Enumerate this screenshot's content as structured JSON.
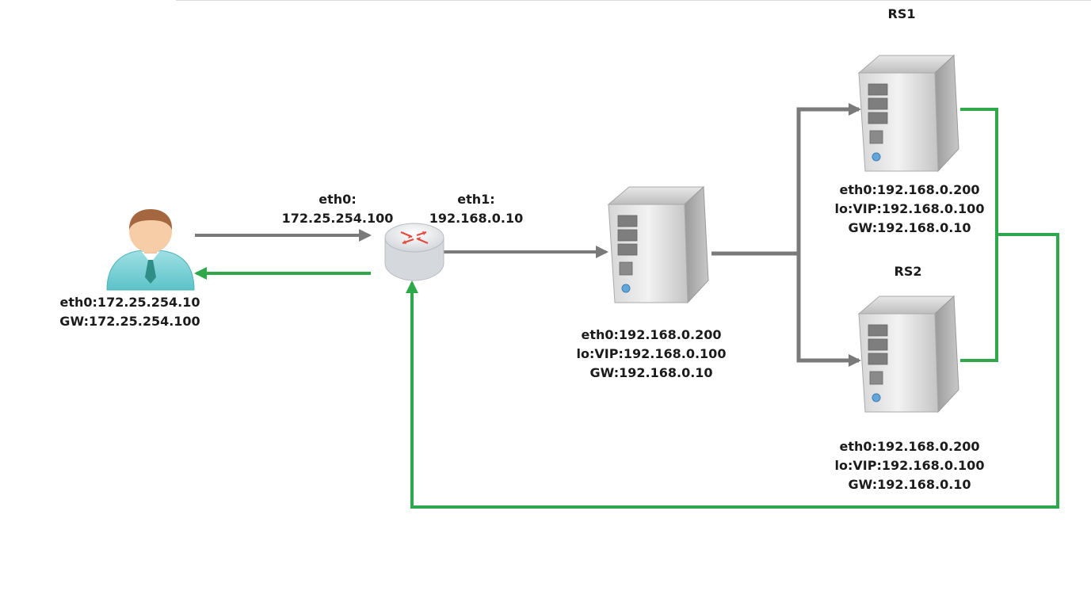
{
  "colors": {
    "forward": "#7a7a7a",
    "return": "#2ea84a"
  },
  "client": {
    "icon": "user-icon",
    "labels": [
      "eth0:172.25.254.10",
      "GW:172.25.254.100"
    ]
  },
  "router": {
    "icon": "router-icon",
    "eth0": [
      "eth0:",
      "172.25.254.100"
    ],
    "eth1": [
      "eth1:",
      "192.168.0.10"
    ]
  },
  "director": {
    "icon": "server-icon",
    "labels": [
      "eth0:192.168.0.200",
      "lo:VIP:192.168.0.100",
      "GW:192.168.0.10"
    ]
  },
  "rs1": {
    "icon": "server-icon",
    "title": "RS1",
    "labels": [
      "eth0:192.168.0.200",
      "lo:VIP:192.168.0.100",
      "GW:192.168.0.10"
    ]
  },
  "rs2": {
    "icon": "server-icon",
    "title": "RS2",
    "labels": [
      "eth0:192.168.0.200",
      "lo:VIP:192.168.0.100",
      "GW:192.168.0.10"
    ]
  }
}
